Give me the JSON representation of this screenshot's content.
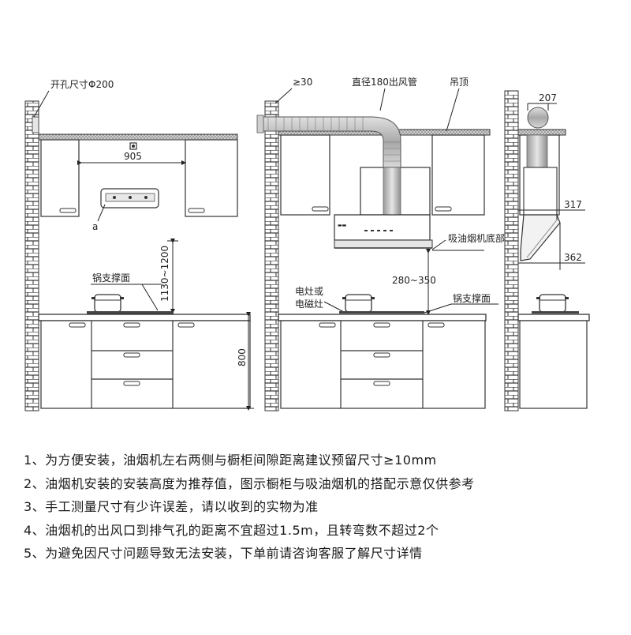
{
  "diagram": {
    "left": {
      "hole_size_label": "开孔尺寸Φ200",
      "width_label": "905",
      "detail_label": "a",
      "height_range_label": "1130~1200",
      "pot_support_label": "锅支撑面",
      "counter_height_label": "800"
    },
    "middle": {
      "gap_label": "≥30",
      "duct_label": "直径180出风管",
      "ceiling_label": "吊顶",
      "hood_bottom_label": "吸油烟机底部",
      "height_range_label": "280~350",
      "stove_label_line1": "电灶或",
      "stove_label_line2": "电磁灶",
      "pot_support_label": "锅支撑面"
    },
    "right": {
      "duct_width_label": "207",
      "hood_depth_top_label": "317",
      "hood_depth_bottom_label": "362"
    }
  },
  "notes": [
    "1、为方便安装，油烟机左右两侧与橱柜间隙距离建议预留尺寸≥10mm",
    "2、油烟机安装的安装高度为推荐值，图示橱柜与吸油烟机的搭配示意仅供参考",
    "3、手工测量尺寸有少许误差，请以收到的实物为准",
    "4、油烟机的出风口到排气孔的距离不宜超过1.5m，且转弯数不超过2个",
    "5、为避免因尺寸问题导致无法安装，下单前请咨询客服了解尺寸详情"
  ]
}
